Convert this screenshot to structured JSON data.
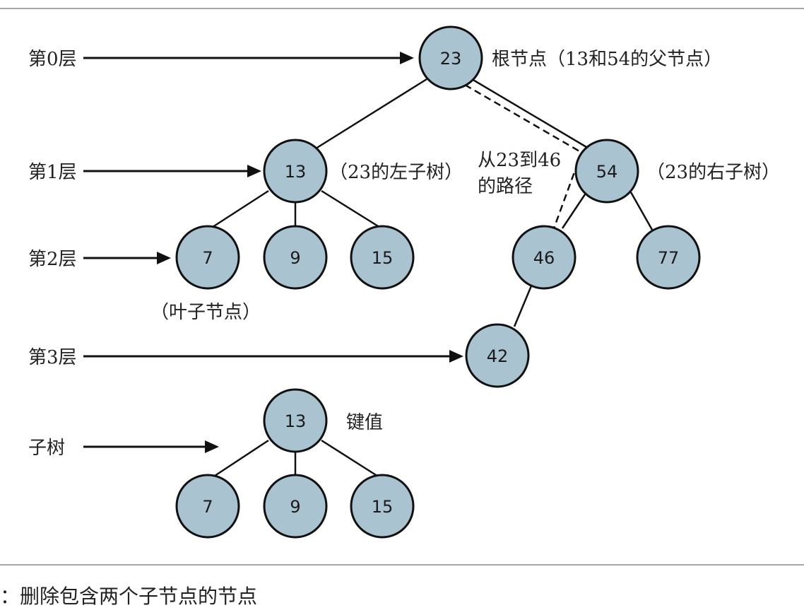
{
  "levels": {
    "level0": "第0层",
    "level1": "第1层",
    "level2": "第2层",
    "level3": "第3层",
    "subtree": "子树"
  },
  "annotations": {
    "root": "根节点（13和54的父节点）",
    "left_subtree": "（23的左子树）",
    "right_subtree": "（23的右子树）",
    "path_line1": "从23到46",
    "path_line2": "的路径",
    "leaf": "（叶子节点）",
    "key": "键值"
  },
  "nodes": {
    "n23": "23",
    "n13": "13",
    "n54": "54",
    "n7": "7",
    "n9": "9",
    "n15": "15",
    "n46": "46",
    "n77": "77",
    "n42": "42",
    "s13": "13",
    "s7": "7",
    "s9": "9",
    "s15": "15"
  },
  "caption": "：删除包含两个子节点的节点",
  "colors": {
    "node_fill": "#a9c3d1",
    "stroke": "#111111"
  }
}
